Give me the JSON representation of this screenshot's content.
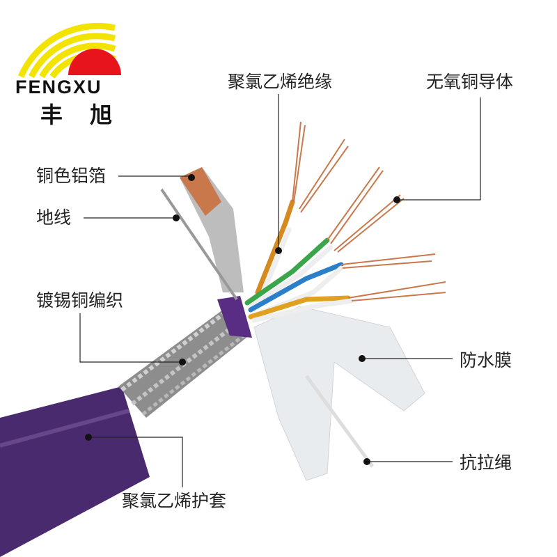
{
  "brand": {
    "name_en": "FENGXU",
    "name_cn": "丰 旭"
  },
  "labels": {
    "pvc_insulation": "聚氯乙烯绝缘",
    "oxygen_free_copper": "无氧铜导体",
    "copper_foil": "铜色铝箔",
    "ground_wire": "地线",
    "tinned_copper_braid": "镀锡铜编织",
    "waterproof_film": "防水膜",
    "tensile_rope": "抗拉绳",
    "pvc_jacket": "聚氯乙烯护套"
  },
  "colors": {
    "jacket": "#4a2a6e",
    "copper": "#c8784a",
    "logo_yellow": "#f2e400",
    "logo_red": "#e8141b"
  }
}
